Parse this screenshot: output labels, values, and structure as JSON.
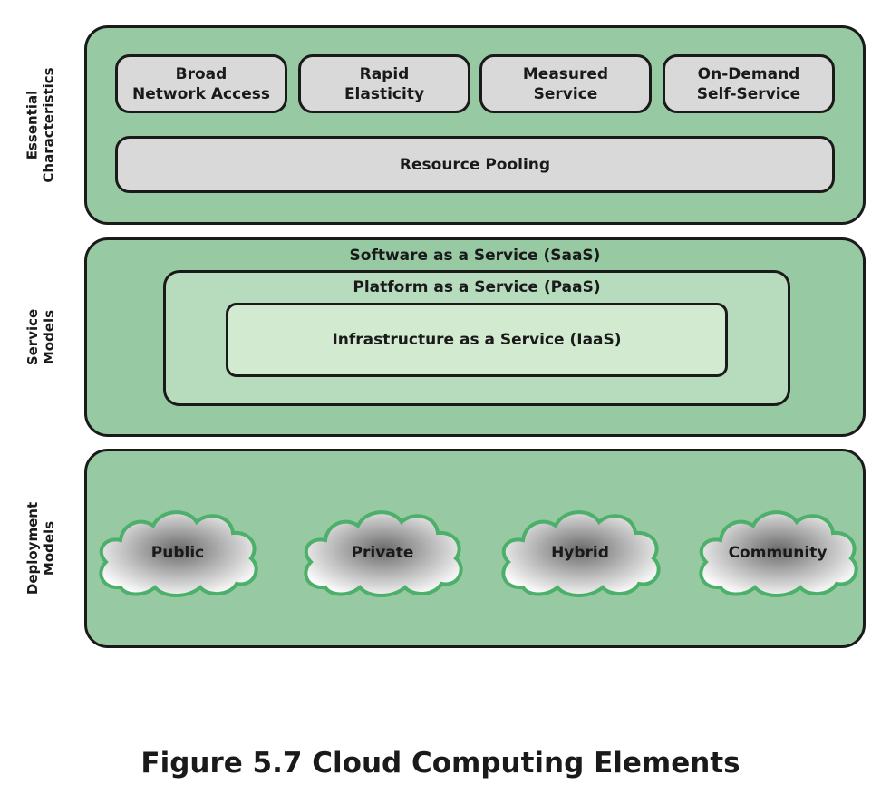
{
  "sections": {
    "essential": {
      "label_lines": [
        "Essential",
        "Characteristics"
      ]
    },
    "service": {
      "label_lines": [
        "Service",
        "Models"
      ]
    },
    "deployment": {
      "label_lines": [
        "Deployment",
        "Models"
      ]
    }
  },
  "essential_characteristics": {
    "items": [
      {
        "lines": [
          "Broad",
          "Network Access"
        ]
      },
      {
        "lines": [
          "Rapid",
          "Elasticity"
        ]
      },
      {
        "lines": [
          "Measured",
          "Service"
        ]
      },
      {
        "lines": [
          "On-Demand",
          "Self-Service"
        ]
      }
    ],
    "pooling": "Resource Pooling"
  },
  "service_models": {
    "saas": "Software as a Service (SaaS)",
    "paas": "Platform as a Service (PaaS)",
    "iaas": "Infrastructure as a Service (IaaS)"
  },
  "deployment_models": [
    "Public",
    "Private",
    "Hybrid",
    "Community"
  ],
  "caption": "Figure 5.7 Cloud Computing Elements",
  "colors": {
    "band_green": "#97c9a2",
    "paas_green": "#b6dbbd",
    "iaas_green": "#d2eacf",
    "pill_gray": "#d9d9d9",
    "cloud_outline": "#4caf6a"
  }
}
